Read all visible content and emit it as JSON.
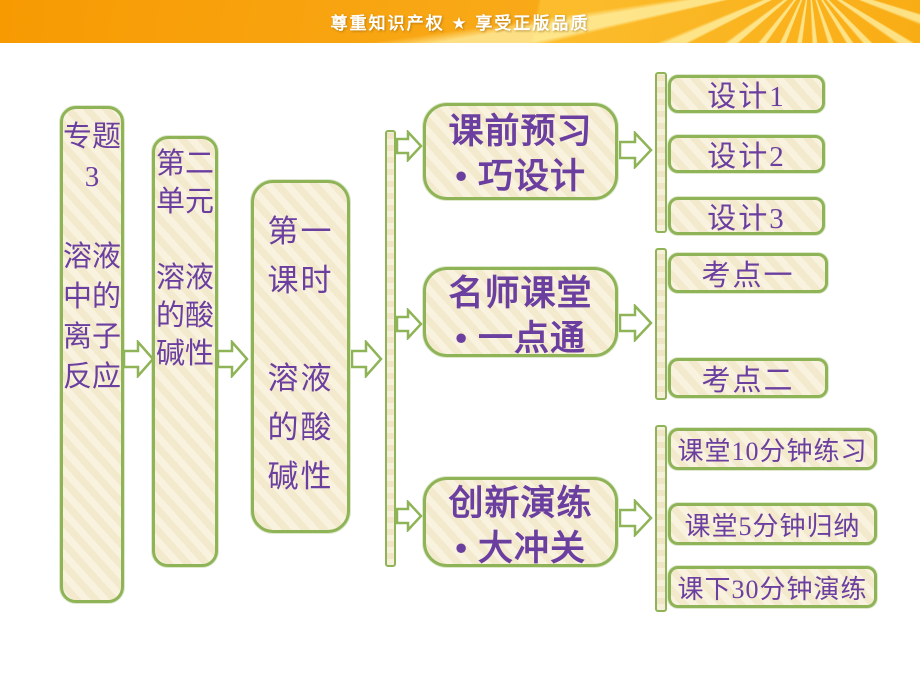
{
  "header": {
    "text": "尊重知识产权 ★ 享受正版品质"
  },
  "colors": {
    "banner_orange": "#F8A013",
    "box_border_green": "#8FB457",
    "box_fill_cream": "#F6EDD3",
    "text_purple": "#6B3FA0",
    "banner_text": "#FFFFFF"
  },
  "flow": {
    "root_label": "专题3\n\n溶液中的离子反应",
    "unit_label": "第二单元\n\n溶液的酸碱性",
    "lesson_label": "第一课时\n\n溶液的酸碱性",
    "branches": [
      {
        "title": "课前预习",
        "subtitle": "• 巧设计",
        "children": [
          "设计1",
          "设计2",
          "设计3"
        ]
      },
      {
        "title": "名师课堂",
        "subtitle": "• 一点通",
        "children": [
          "考点一",
          "考点二"
        ]
      },
      {
        "title": "创新演练",
        "subtitle": "• 大冲关",
        "children": [
          "课堂10分钟练习",
          "课堂5分钟归纳",
          "课下30分钟演练"
        ]
      }
    ]
  }
}
